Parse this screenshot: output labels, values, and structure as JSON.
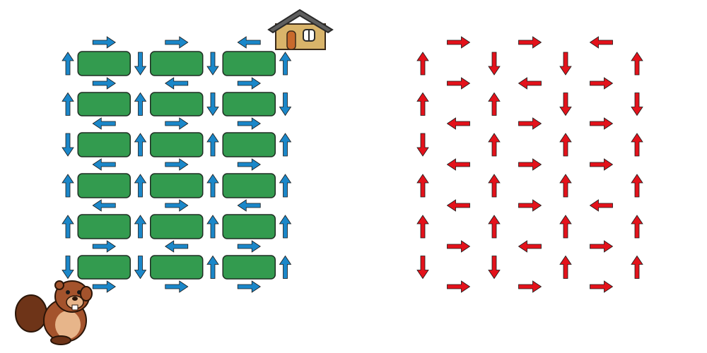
{
  "colors": {
    "block_fill": "#339b4f",
    "block_stroke": "#1f2e23",
    "blue_arrow": "#1b87c9",
    "red_arrow": "#e3121b",
    "arrow_outline": "#1a1a1a",
    "house_wall": "#d9b46a",
    "house_roof": "#5f5f5f",
    "house_door": "#c8692c",
    "beaver_fur": "#a4532c",
    "beaver_belly": "#e7b58a",
    "beaver_tail": "#6e3418"
  },
  "icons": {
    "house": "house-icon",
    "beaver": "beaver-icon",
    "arrow": "arrow-icon"
  },
  "left_grid": {
    "rows": 6,
    "cols": 3,
    "horizontal_arrows": [
      [
        "right",
        "right",
        "left"
      ],
      [
        "right",
        "left",
        "right"
      ],
      [
        "left",
        "right",
        "right"
      ],
      [
        "left",
        "right",
        "right"
      ],
      [
        "left",
        "right",
        "left"
      ],
      [
        "right",
        "left",
        "right"
      ],
      [
        "right",
        "right",
        "right"
      ]
    ],
    "vertical_arrows": [
      [
        "up",
        "down",
        "down",
        "up"
      ],
      [
        "up",
        "up",
        "down",
        "down"
      ],
      [
        "down",
        "up",
        "up",
        "up"
      ],
      [
        "up",
        "up",
        "up",
        "up"
      ],
      [
        "up",
        "up",
        "up",
        "up"
      ],
      [
        "down",
        "down",
        "up",
        "up"
      ]
    ]
  },
  "right_grid": {
    "rows": 6,
    "cols": 3,
    "horizontal_arrows": [
      [
        "right",
        "right",
        "left"
      ],
      [
        "right",
        "left",
        "right"
      ],
      [
        "left",
        "right",
        "right"
      ],
      [
        "left",
        "right",
        "right"
      ],
      [
        "left",
        "right",
        "left"
      ],
      [
        "right",
        "left",
        "right"
      ],
      [
        "right",
        "right",
        "right"
      ]
    ],
    "vertical_arrows": [
      [
        "up",
        "down",
        "down",
        "up"
      ],
      [
        "up",
        "up",
        "down",
        "down"
      ],
      [
        "down",
        "up",
        "up",
        "up"
      ],
      [
        "up",
        "up",
        "up",
        "up"
      ],
      [
        "up",
        "up",
        "up",
        "up"
      ],
      [
        "down",
        "down",
        "up",
        "up"
      ]
    ]
  }
}
